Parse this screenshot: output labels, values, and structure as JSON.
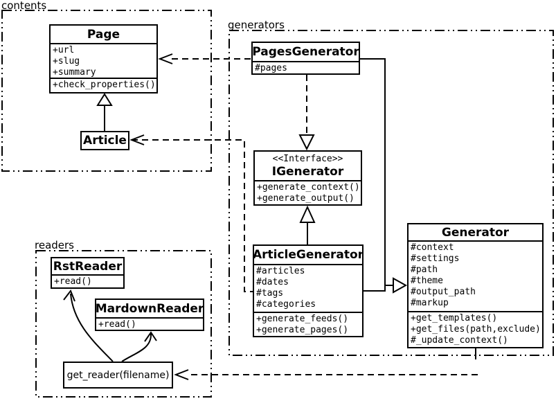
{
  "diagram": {
    "background": "#ffffff",
    "line_color": "#000000",
    "kind": "UML class diagram"
  },
  "packages": {
    "contents": {
      "label": "contents"
    },
    "generators": {
      "label": "generators"
    },
    "readers": {
      "label": "readers"
    }
  },
  "classes": {
    "page": {
      "name": "Page",
      "attributes": [
        "+url",
        "+slug",
        "+summary"
      ],
      "methods": [
        "+check_properties()"
      ]
    },
    "article": {
      "name": "Article"
    },
    "pages_generator": {
      "name": "PagesGenerator",
      "attributes": [
        "#pages"
      ]
    },
    "igenerator": {
      "stereotype": "<<Interface>>",
      "name": "IGenerator",
      "methods": [
        "+generate_context()",
        "+generate_output()"
      ]
    },
    "article_generator": {
      "name": "ArticleGenerator",
      "attributes": [
        "#articles",
        "#dates",
        "#tags",
        "#categories"
      ],
      "methods": [
        "+generate_feeds()",
        "+generate_pages()"
      ]
    },
    "generator": {
      "name": "Generator",
      "attributes": [
        "#context",
        "#settings",
        "#path",
        "#theme",
        "#output_path",
        "#markup"
      ],
      "methods": [
        "+get_templates()",
        "+get_files(path,exclude)",
        "#_update_context()"
      ]
    },
    "rst_reader": {
      "name": "RstReader",
      "methods": [
        "+read()"
      ]
    },
    "mardown_reader": {
      "name": "MardownReader",
      "methods": [
        "+read()"
      ]
    },
    "get_reader": {
      "label": "get_reader(filename)"
    }
  },
  "relationships": [
    "Article --|> Page (inheritance)",
    "PagesGenerator ..|> IGenerator (realization)",
    "ArticleGenerator --|> IGenerator (inheritance)",
    "PagesGenerator --|> Generator (inheritance)",
    "ArticleGenerator --|> Generator (inheritance)",
    "PagesGenerator ..> Page (dependency)",
    "ArticleGenerator ..> Article (dependency)",
    "Generator ..> get_reader (dependency)",
    "get_reader -> RstReader (arrow)",
    "get_reader -> MardownReader (arrow)"
  ]
}
